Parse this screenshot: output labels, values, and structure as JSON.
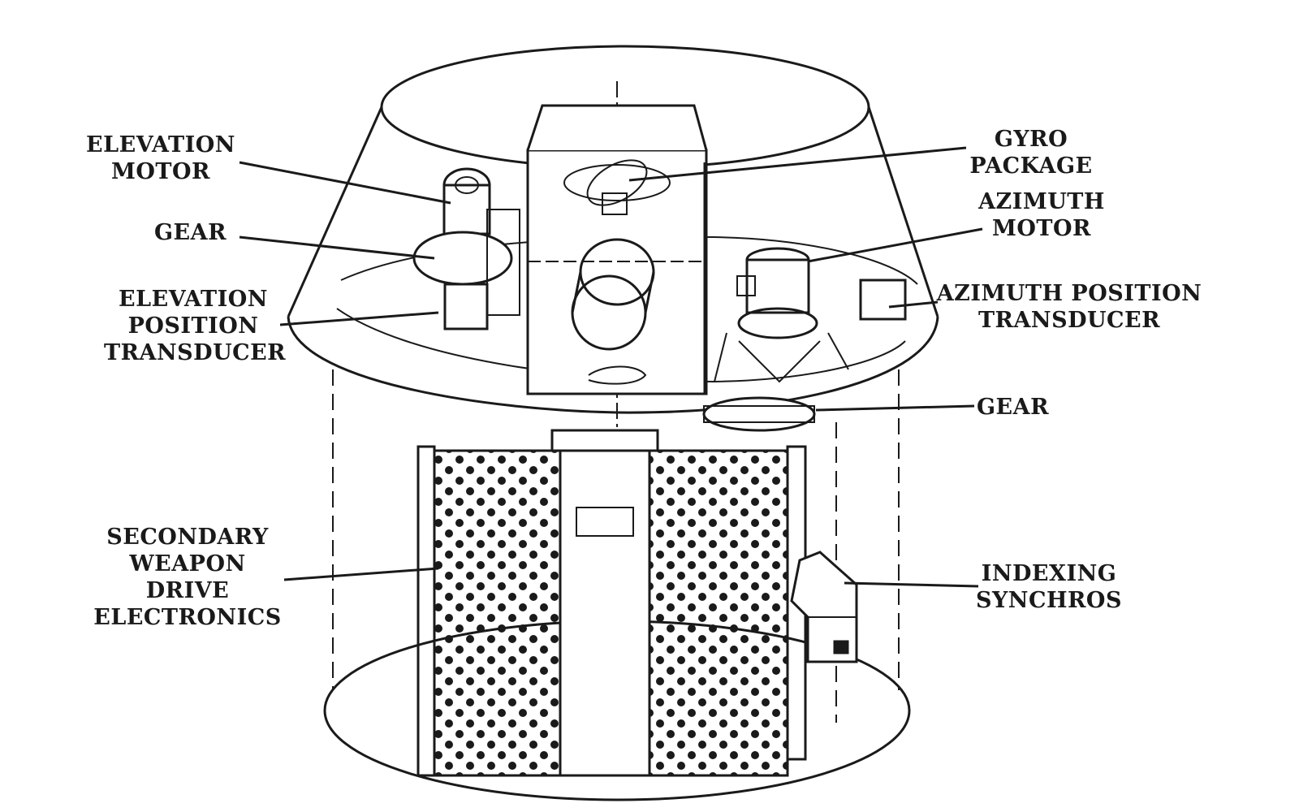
{
  "labels": {
    "elevation_motor": [
      "ELEVATION",
      "MOTOR"
    ],
    "gear_left": [
      "GEAR"
    ],
    "elevation_position_transducer": [
      "ELEVATION",
      "POSITION",
      "TRANSDUCER"
    ],
    "secondary_weapon_drive_electronics": [
      "SECONDARY",
      "WEAPON",
      "DRIVE",
      "ELECTRONICS"
    ],
    "gyro_package": [
      "GYRO",
      "PACKAGE"
    ],
    "azimuth_motor": [
      "AZIMUTH",
      "MOTOR"
    ],
    "azimuth_position_transducer": [
      "AZIMUTH POSITION",
      "TRANSDUCER"
    ],
    "gear_right": [
      "GEAR"
    ],
    "indexing_synchros": [
      "INDEXING",
      "SYNCHROS"
    ]
  },
  "colors": {
    "ink": "#1a1a1a",
    "paper": "#ffffff"
  }
}
